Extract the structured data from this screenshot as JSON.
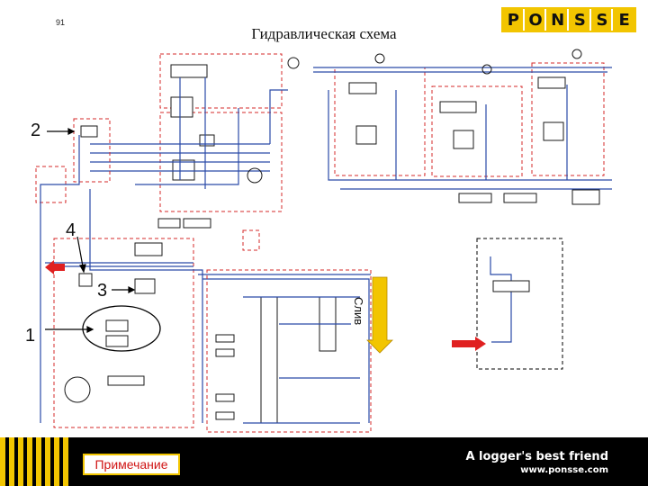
{
  "page": {
    "number": "91",
    "title": "Гидравлическая схема"
  },
  "brand": {
    "logo_letters": [
      "P",
      "O",
      "N",
      "S",
      "S",
      "E"
    ],
    "tagline": "A logger's best friend",
    "website": "www.ponsse.com"
  },
  "callouts": [
    "1",
    "2",
    "3",
    "4"
  ],
  "drain_label": "Слив",
  "footer": {
    "note_button": "Примечание"
  },
  "colors": {
    "brand_yellow": "#f2c500",
    "arrow_red": "#e02020",
    "dashed_red": "#d62828",
    "line_blue": "#2a4aa8",
    "drain_arrow": "#f2c500"
  }
}
